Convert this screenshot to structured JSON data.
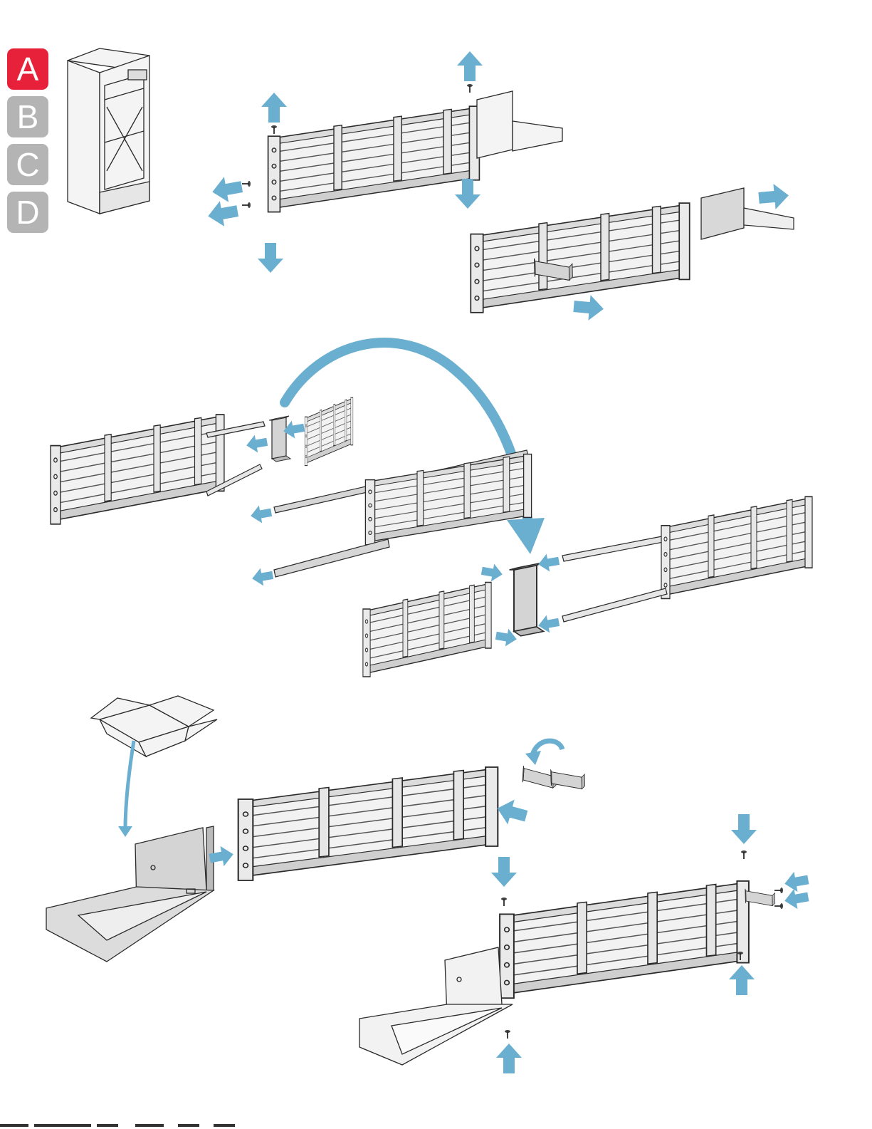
{
  "steps": [
    {
      "label": "A",
      "state": "active"
    },
    {
      "label": "B",
      "state": "inactive"
    },
    {
      "label": "C",
      "state": "inactive"
    },
    {
      "label": "D",
      "state": "inactive"
    }
  ],
  "colors": {
    "active_step": "#e8213a",
    "inactive_step": "#b4b4b4",
    "arrow": "#6aaed0",
    "line": "#2a2a2a",
    "part_fill": "#f2f2f2",
    "part_shade": "#cfcfcf",
    "bracket_fill": "#d4d4d4"
  },
  "icons": [
    "cabinet-icon",
    "arrow-icon",
    "screw-icon",
    "cardboard-box-icon",
    "rotate-arrow-icon"
  ]
}
